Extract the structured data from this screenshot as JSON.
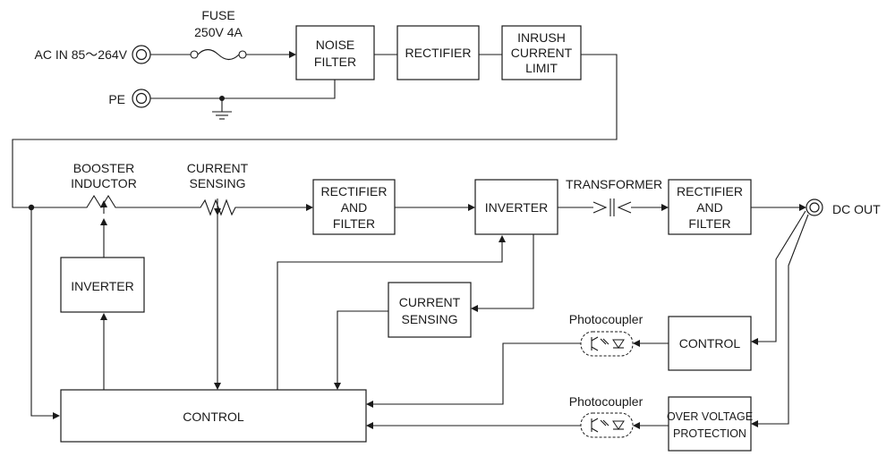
{
  "input": {
    "ac_in": "AC IN 85～264V",
    "pe": "PE",
    "fuse_line1": "FUSE",
    "fuse_line2": "250V 4A"
  },
  "blocks": {
    "noise_filter": [
      "NOISE",
      "FILTER"
    ],
    "rectifier_top": [
      "RECTIFIER"
    ],
    "inrush": [
      "INRUSH",
      "CURRENT",
      "LIMIT"
    ],
    "rectifier_filter_1": [
      "RECTIFIER",
      "AND",
      "FILTER"
    ],
    "inverter_main": [
      "INVERTER"
    ],
    "rectifier_filter_2": [
      "RECTIFIER",
      "AND",
      "FILTER"
    ],
    "inverter_left": [
      "INVERTER"
    ],
    "current_sensing_box": [
      "CURRENT",
      "SENSING"
    ],
    "control_right": [
      "CONTROL"
    ],
    "ovp": [
      "OVER VOLTAGE",
      "PROTECTION"
    ],
    "control_main": [
      "CONTROL"
    ]
  },
  "labels": {
    "booster": [
      "BOOSTER",
      "INDUCTOR"
    ],
    "current_sensing": [
      "CURRENT",
      "SENSING"
    ],
    "transformer": "TRANSFORMER",
    "dc_out": "DC OUT",
    "photocoupler_1": "Photocoupler",
    "photocoupler_2": "Photocoupler"
  }
}
